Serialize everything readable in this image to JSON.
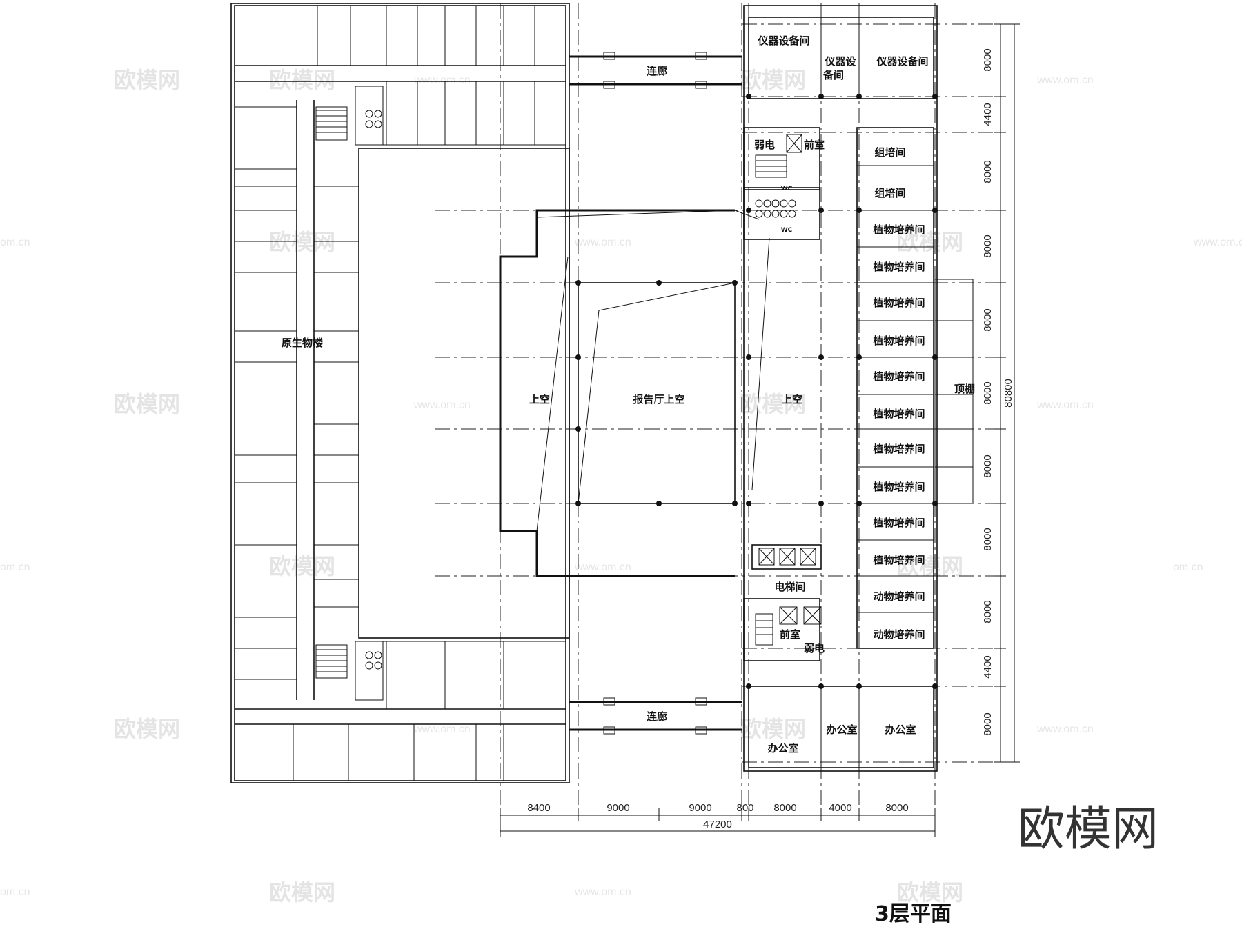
{
  "watermark": {
    "brand": "欧模网",
    "url": "www.om.cn",
    "url_short": "om.cn"
  },
  "logo": {
    "text": "欧模网"
  },
  "drawing": {
    "title": "3层平面"
  },
  "rooms": {
    "north_corridor": "连廊",
    "south_corridor": "连廊",
    "west_wing": "原生物楼",
    "void_west": "上空",
    "void_lecture": "报告厅上空",
    "void_east": "上空",
    "instrument_1": "仪器设备间",
    "instrument_2": "仪器设",
    "instrument_2b": "备间",
    "instrument_3": "仪器设备间",
    "weak_current_n": "弱电",
    "anteroom_n": "前室",
    "wc_1": "WC",
    "wc_2": "WC",
    "tissue_1": "组培间",
    "tissue_2": "组培间",
    "plant_1": "植物培养间",
    "plant_2": "植物培养间",
    "plant_3": "植物培养间",
    "plant_4": "植物培养间",
    "plant_5": "植物培养间",
    "plant_6": "植物培养间",
    "plant_7": "植物培养间",
    "plant_8": "植物培养间",
    "plant_9": "植物培养间",
    "plant_10": "植物培养间",
    "animal_1": "动物培养间",
    "animal_2": "动物培养间",
    "canopy": "顶棚",
    "elevator": "电梯间",
    "anteroom_s": "前室",
    "weak_current_s": "弱电",
    "office_1": "办公室",
    "office_2": "办公室",
    "office_3": "办公室"
  },
  "dimensions": {
    "bottom": [
      "8400",
      "9000",
      "9000",
      "800",
      "8000",
      "4000",
      "8000"
    ],
    "bottom_total": "47200",
    "right": [
      "8000",
      "4400",
      "8000",
      "8000",
      "8000",
      "8000",
      "8000",
      "8000",
      "8000",
      "4400",
      "8000"
    ],
    "right_total": "80800"
  }
}
